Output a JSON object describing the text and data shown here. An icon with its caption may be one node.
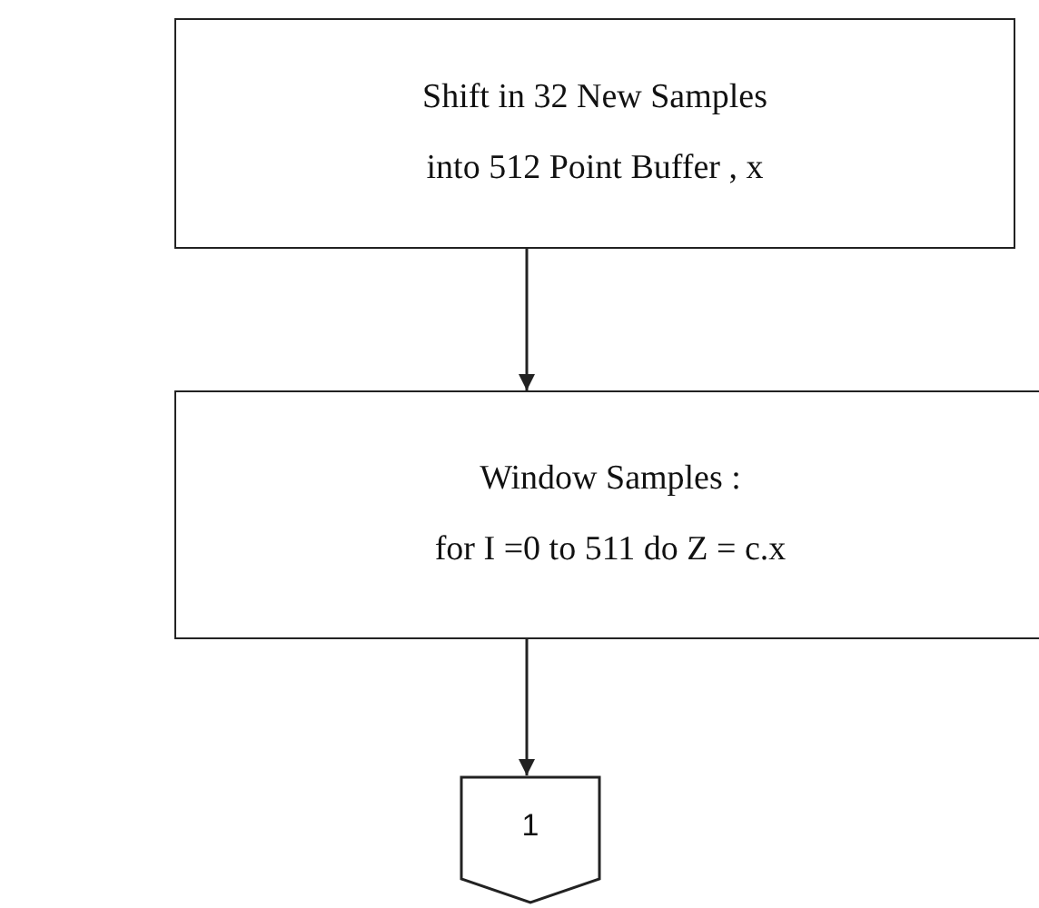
{
  "diagram": {
    "nodes": [
      {
        "text": [
          "Shift in 32 New Samples",
          "into 512 Point Buffer , x"
        ]
      },
      {
        "text": [
          "Window Samples :",
          "for I =0 to 511 do Z = c.x"
        ]
      },
      {
        "text": [
          "1"
        ]
      }
    ],
    "edges": [
      {
        "from": 0,
        "to": 1,
        "arrow": "to"
      },
      {
        "from": 1,
        "to": 2,
        "arrow": "to"
      }
    ]
  }
}
